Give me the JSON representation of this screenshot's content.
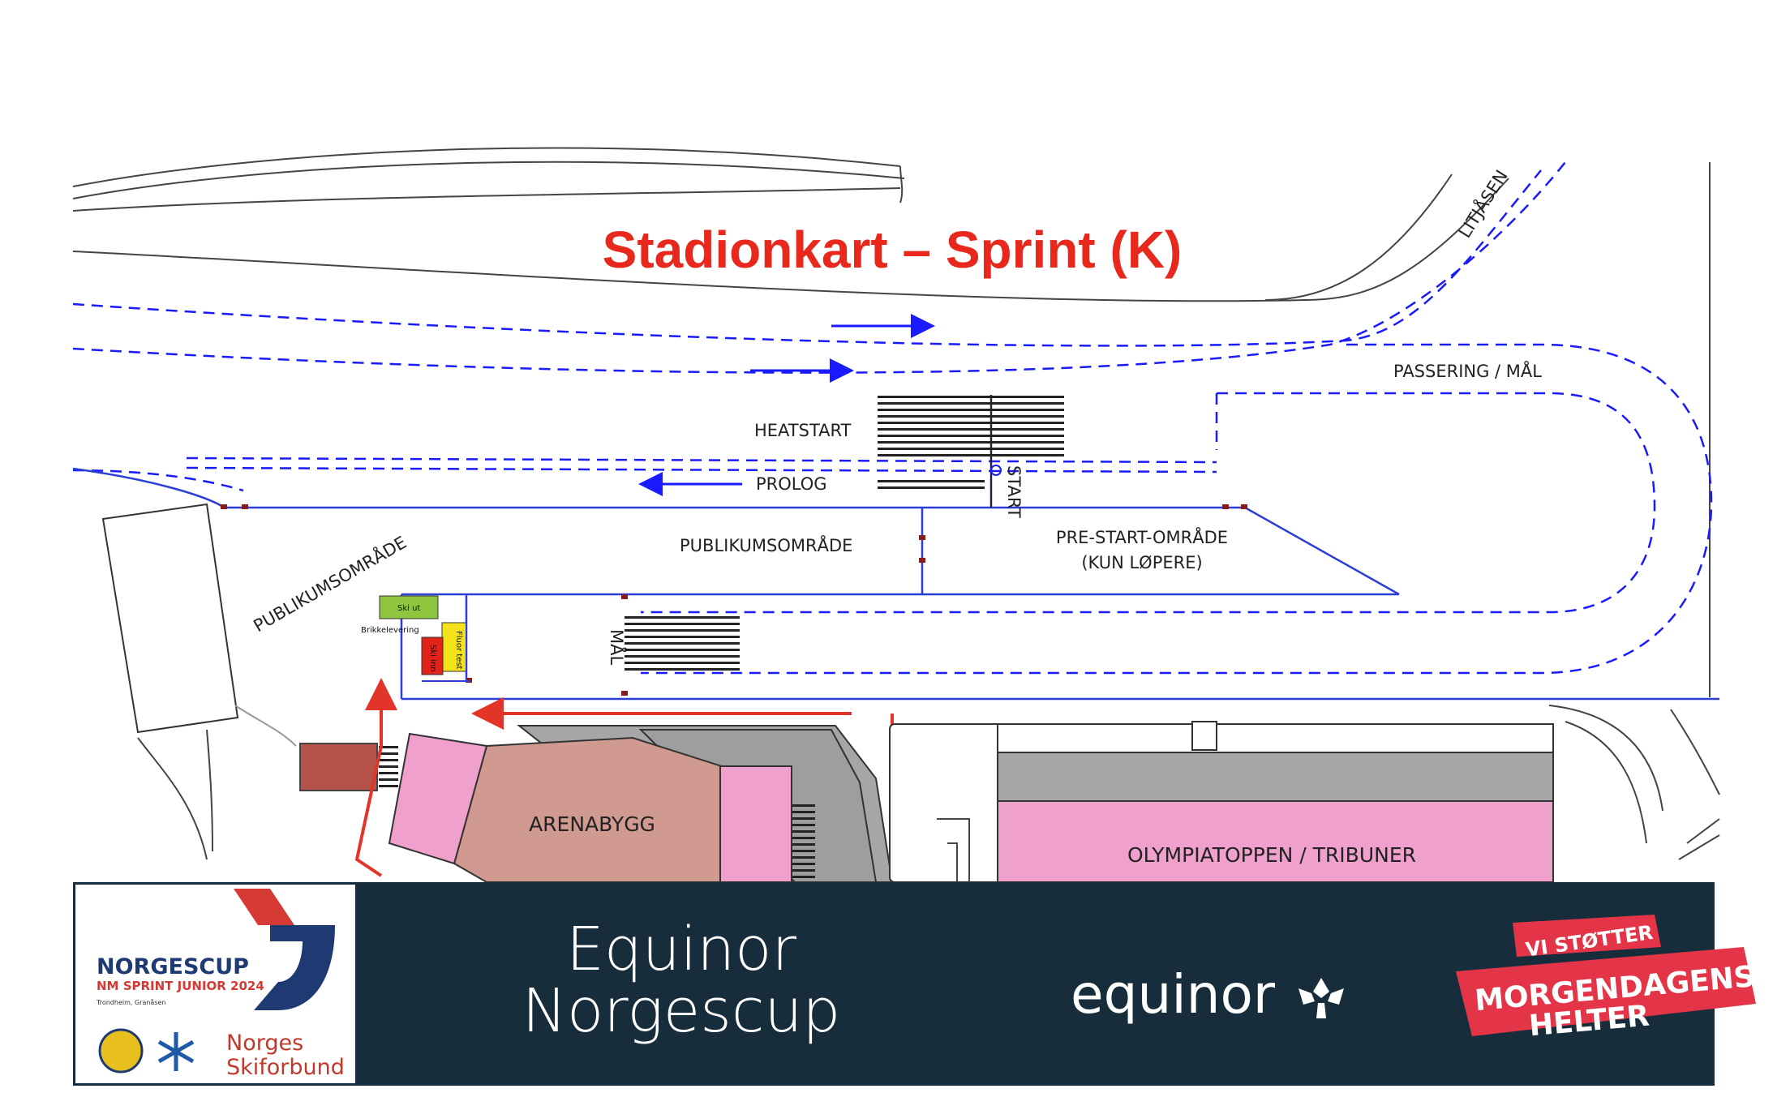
{
  "map": {
    "title": "Stadionkart – Sprint (K)",
    "labels": {
      "litjasen": "LITJÅSEN",
      "passering": "PASSERING / MÅL",
      "heatstart": "HEATSTART",
      "prolog": "PROLOG",
      "start": "START",
      "publikum_mid": "PUBLIKUMSOMRÅDE",
      "publikum_left": "PUBLIKUMSOMRÅDE",
      "prestart_1": "PRE-START-OMRÅDE",
      "prestart_2": "(KUN LØPERE)",
      "maal": "MÅL",
      "ski_ut": "Ski ut",
      "brikkelevering": "Brikkelevering",
      "fluor_test": "Fluor test",
      "ski_inn": "Ski inn",
      "arenabygg": "ARENABYGG",
      "tribuner": "OLYMPIATOPPEN / TRIBUNER"
    },
    "colors": {
      "title": "#e8281c",
      "course": "#1a1aff",
      "fence": "#2b3fd6",
      "route": "#e3342a",
      "building_pink": "#f0a0cc",
      "arenabygg": "#d19a90",
      "grey": "#a6a6a6",
      "ski_ut": "#8fc63f",
      "fluor": "#f4e31b",
      "ski_inn": "#e2231a"
    }
  },
  "footer": {
    "event": {
      "name": "NORGESCUP",
      "subtitle": "NM SPRINT JUNIOR 2024",
      "place": "Trondheim, Granåsen",
      "federation_line1": "Norges",
      "federation_line2": "Skiforbund"
    },
    "cup_title_line1": "Equinor",
    "cup_title_line2": "Norgescup",
    "sponsor": "equinor",
    "slogan_top": "VI STØTTER",
    "slogan_main1": "MORGENDAGENS",
    "slogan_main2": "HELTER",
    "colors": {
      "background": "#172d3b",
      "slogan": "#e43548"
    }
  }
}
